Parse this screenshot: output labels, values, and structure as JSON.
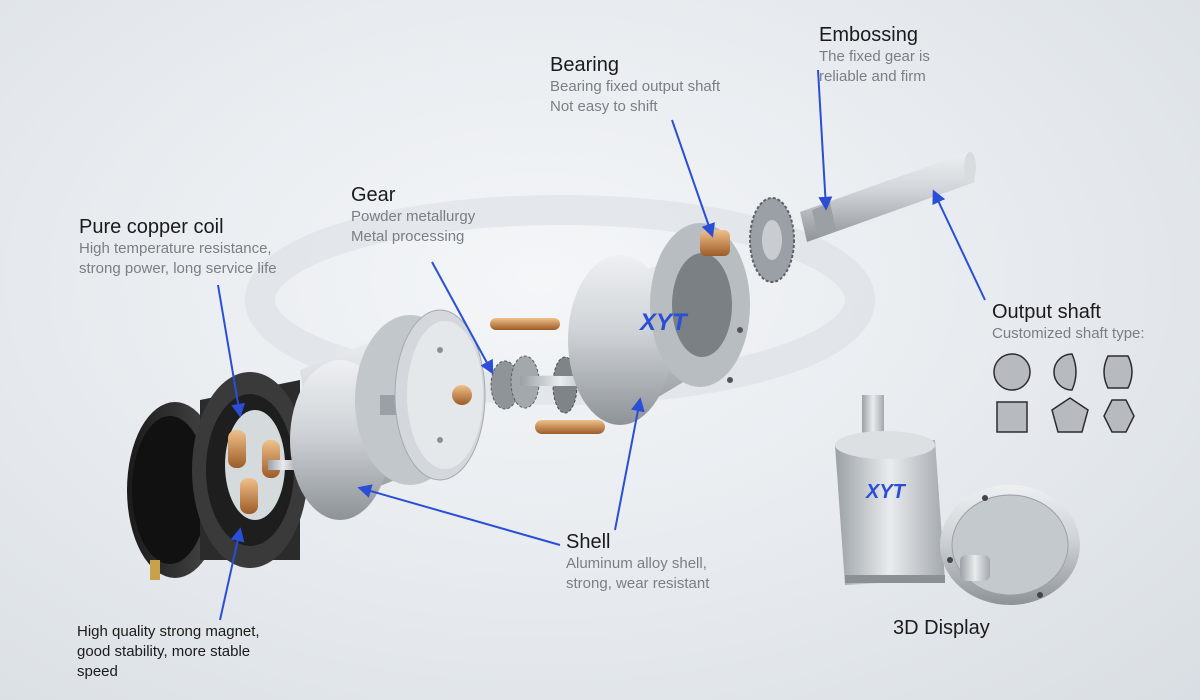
{
  "labels": {
    "coil": {
      "title": "Pure copper coil",
      "desc1": "High temperature resistance,",
      "desc2": "strong power, long service life"
    },
    "gear": {
      "title": "Gear",
      "desc1": "Powder metallurgy",
      "desc2": "Metal processing"
    },
    "bearing": {
      "title": "Bearing",
      "desc1": "Bearing fixed output shaft",
      "desc2": "Not easy to shift"
    },
    "embossing": {
      "title": "Embossing",
      "desc1": "The fixed gear is",
      "desc2": "reliable and firm"
    },
    "output": {
      "title": "Output shaft",
      "desc1": "Customized shaft type:"
    },
    "shell": {
      "title": "Shell",
      "desc1": "Aluminum alloy shell,",
      "desc2": "strong, wear resistant"
    },
    "magnet": {
      "desc1": "High quality strong magnet,",
      "desc2": "good stability, more stable",
      "desc3": "speed"
    },
    "display": {
      "title": "3D Display"
    }
  },
  "logo_text": "XYT",
  "colors": {
    "arrow": "#2a4fd6",
    "shape_fill": "#b7bbbf",
    "shape_stroke": "#2d2d2d",
    "copper": "#c8844a",
    "steel": "#c6cacd"
  },
  "shaft_shapes": [
    "circle-icon",
    "d-cut-icon",
    "double-d-icon",
    "square-icon",
    "pentagon-icon",
    "hexagon-icon"
  ]
}
